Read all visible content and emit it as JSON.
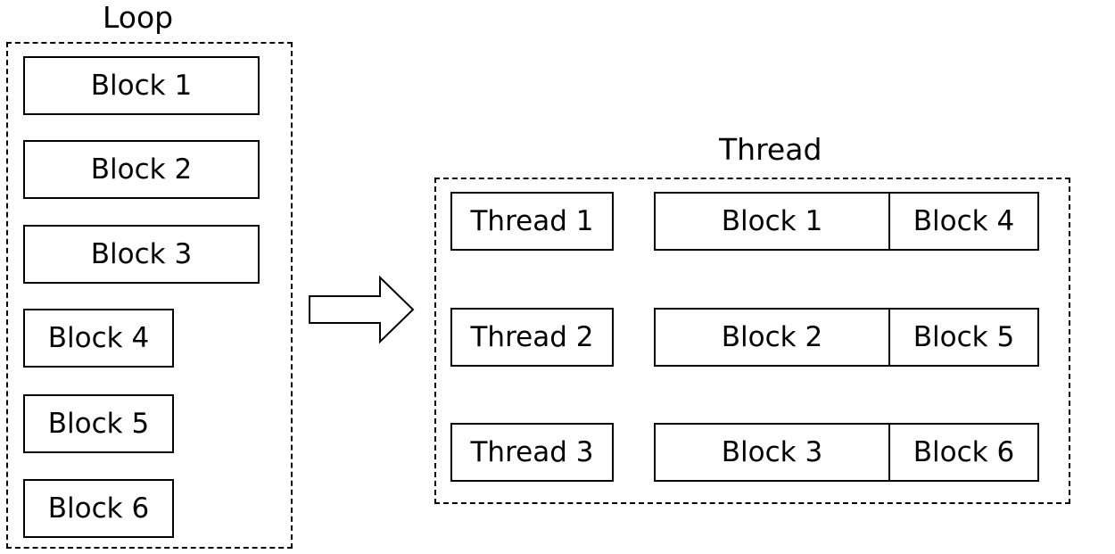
{
  "loop": {
    "title": "Loop",
    "blocks": [
      "Block 1",
      "Block 2",
      "Block 3",
      "Block 4",
      "Block 5",
      "Block 6"
    ]
  },
  "thread": {
    "title": "Thread",
    "rows": [
      {
        "thread": "Thread 1",
        "first_block": "Block 1",
        "second_block": "Block 4"
      },
      {
        "thread": "Thread 2",
        "first_block": "Block 2",
        "second_block": "Block 5"
      },
      {
        "thread": "Thread 3",
        "first_block": "Block 3",
        "second_block": "Block 6"
      }
    ]
  },
  "arrow_icon": "right-arrow-icon"
}
